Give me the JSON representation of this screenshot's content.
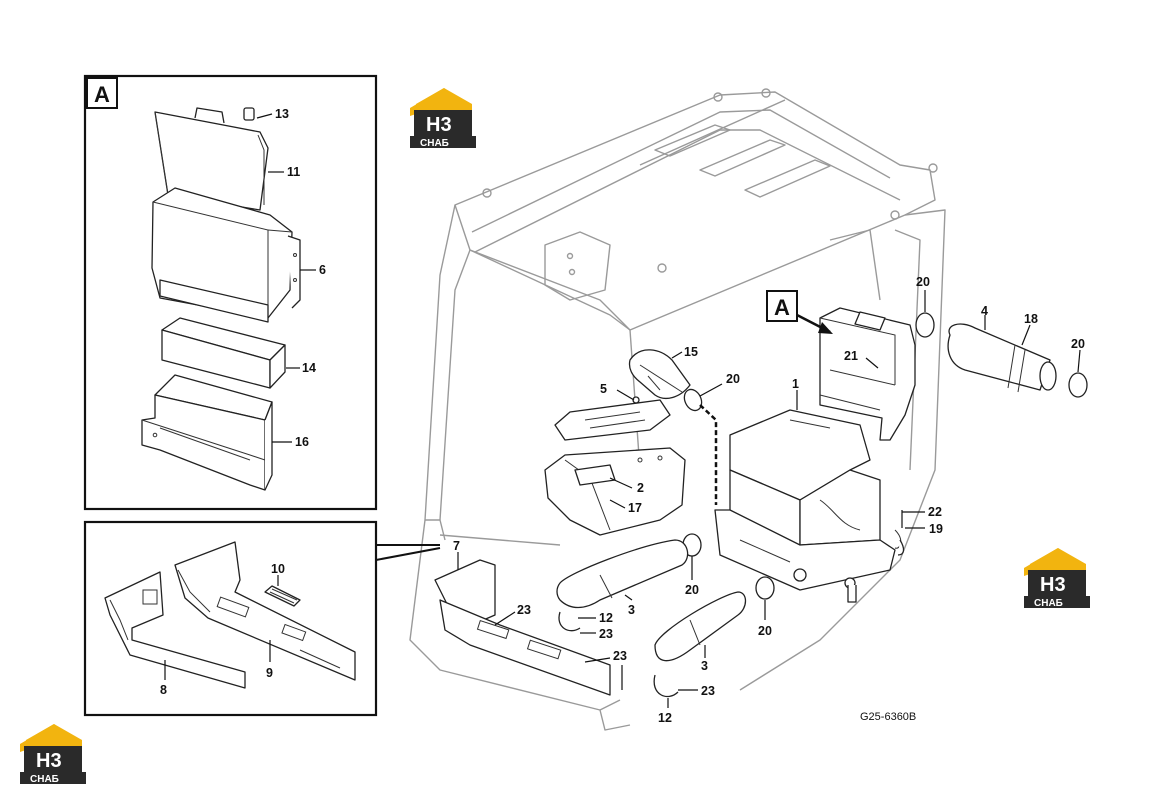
{
  "diagram": {
    "detail_frame_letter": "A",
    "callout_letter": "A",
    "reference_code": "G25-6360B",
    "logo": {
      "line1": "H3",
      "line2": "CHAБ"
    },
    "labels": {
      "n1": "1",
      "n2": "2",
      "n3a": "3",
      "n3b": "3",
      "n4": "4",
      "n5": "5",
      "n6": "6",
      "n7": "7",
      "n8": "8",
      "n9": "9",
      "n10": "10",
      "n11": "11",
      "n12a": "12",
      "n12b": "12",
      "n13": "13",
      "n14": "14",
      "n15": "15",
      "n16": "16",
      "n17": "17",
      "n18": "18",
      "n19": "19",
      "n20a": "20",
      "n20b": "20",
      "n20c": "20",
      "n20d": "20",
      "n20e": "20",
      "n21": "21",
      "n22": "22",
      "n23a": "23",
      "n23b": "23",
      "n23c": "23",
      "n23d": "23"
    }
  }
}
